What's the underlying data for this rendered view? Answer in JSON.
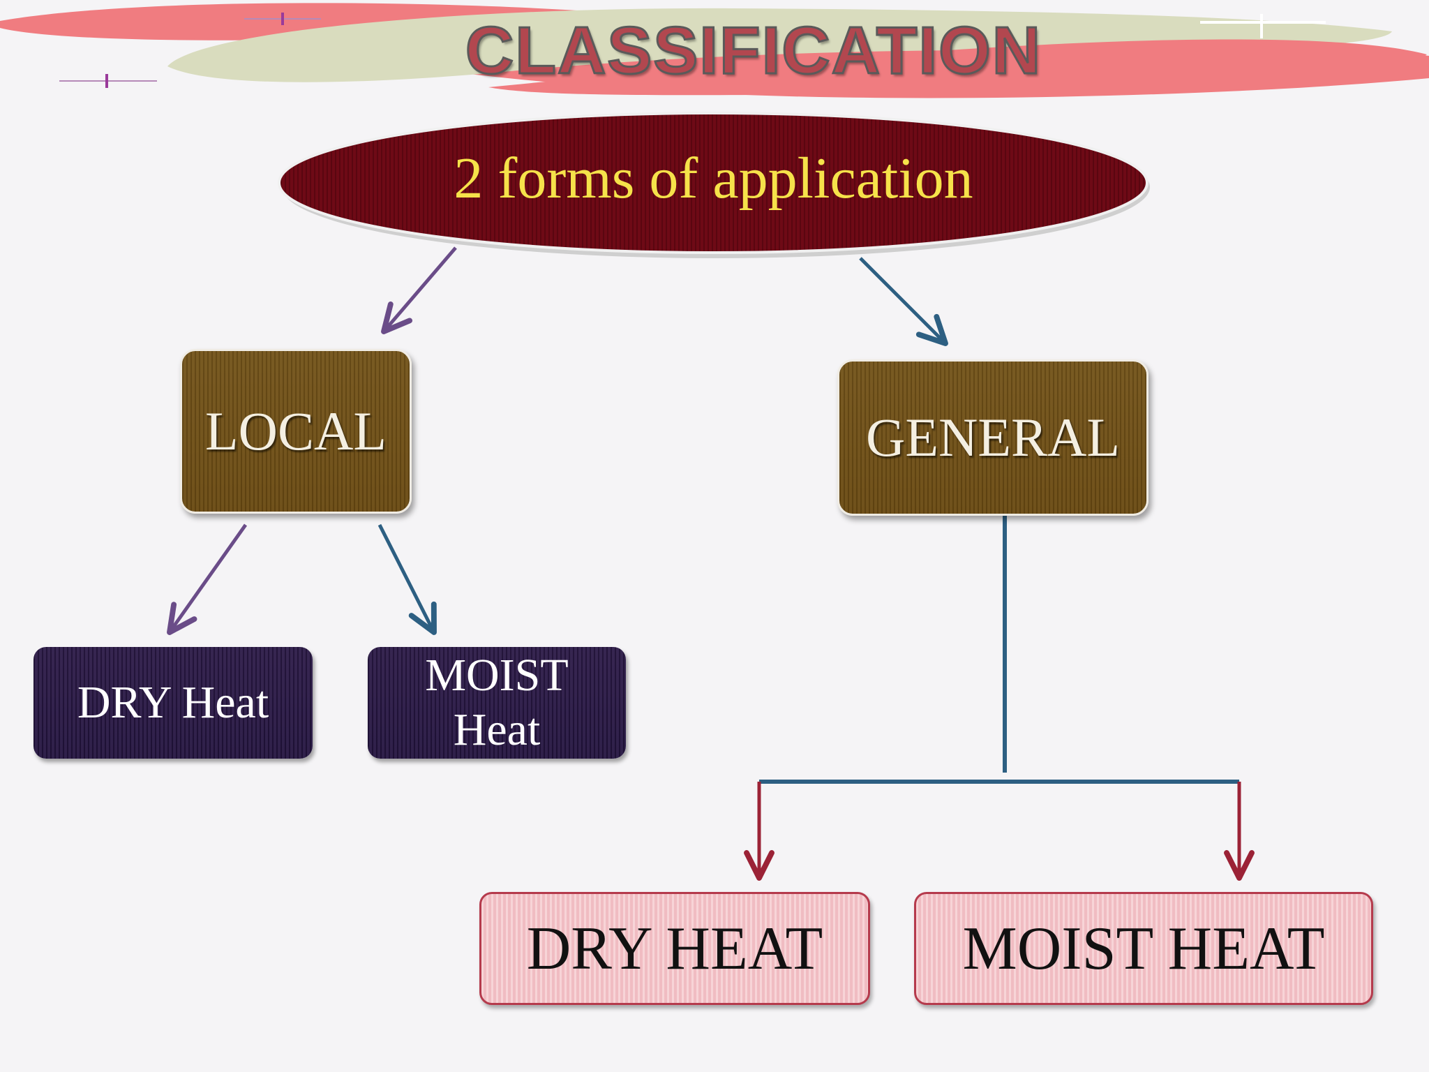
{
  "title": "CLASSIFICATION",
  "root": {
    "label": "2 forms of application"
  },
  "local": {
    "label": "LOCAL",
    "children": [
      {
        "label": "DRY Heat"
      },
      {
        "label_lines": [
          "MOIST",
          "Heat"
        ]
      }
    ]
  },
  "general": {
    "label": "GENERAL",
    "children": [
      {
        "label": "DRY HEAT"
      },
      {
        "label": "MOIST HEAT"
      }
    ]
  },
  "colors": {
    "root_fill": "#6e0a16",
    "root_text": "#f6e24a",
    "brown_box": "#6e4c14",
    "purple_box": "#2a1846",
    "pink_box": "#f4c5ca",
    "pink_border": "#b53a4c",
    "arrow_purple": "#6a4c88",
    "arrow_blue": "#2d5f82",
    "arrow_red": "#9b2236",
    "banner_red": "#f07c80",
    "banner_green": "#d9dcbe",
    "title_fill": "#b2474f"
  }
}
